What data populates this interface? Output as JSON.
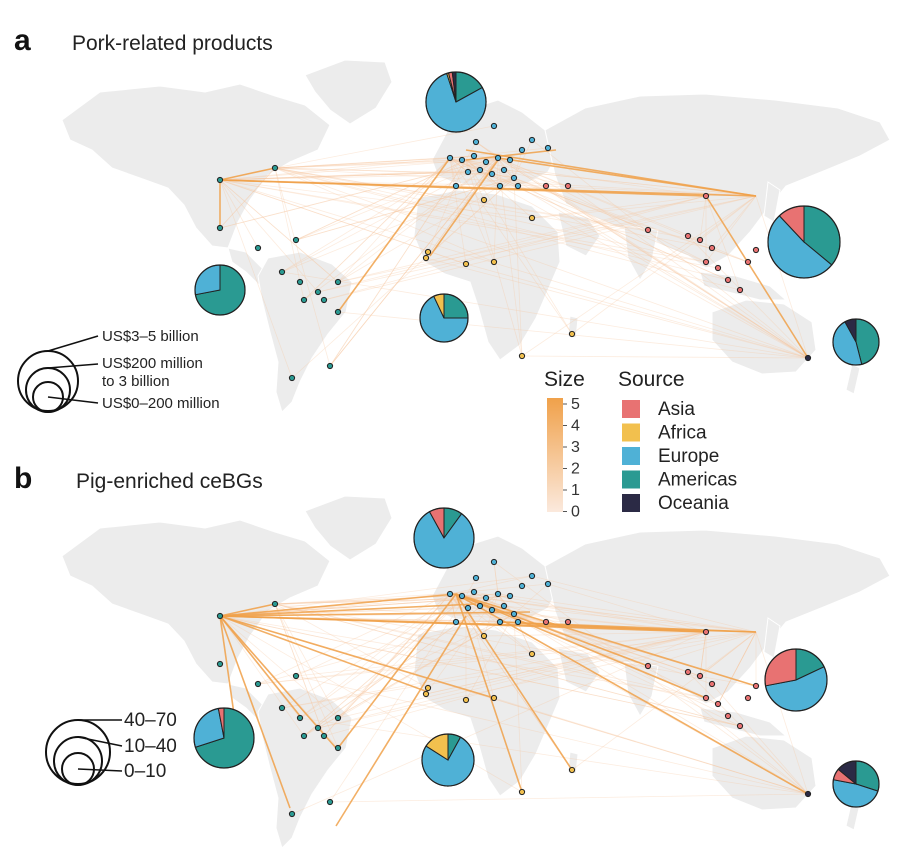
{
  "panels": {
    "a": {
      "letter": "a",
      "title": "Pork-related products"
    },
    "b": {
      "letter": "b",
      "title": "Pig-enriched ceBGs"
    }
  },
  "size_legend_a": {
    "labels": [
      "US$3–5 billion",
      "US$200 million",
      "to 3 billion",
      "US$0–200 million"
    ]
  },
  "size_legend_b": {
    "labels": [
      "40–70",
      "10–40",
      "0–10"
    ]
  },
  "color_scale": {
    "title": "Size",
    "ticks": [
      "5",
      "4",
      "3",
      "2",
      "1",
      "0"
    ],
    "min": 0,
    "max": 5,
    "low_color": "#fbe9dd",
    "high_color": "#f0a14a"
  },
  "source_legend": {
    "title": "Source",
    "items": [
      {
        "label": "Asia",
        "color": "#e87272"
      },
      {
        "label": "Africa",
        "color": "#f2c04e"
      },
      {
        "label": "Europe",
        "color": "#4fb1d6"
      },
      {
        "label": "Americas",
        "color": "#2a9a92"
      },
      {
        "label": "Oceania",
        "color": "#2b2a45"
      }
    ]
  },
  "colors": {
    "land": "#ececec",
    "land_stroke": "#ffffff",
    "flow_light": "#fbe3d2",
    "flow_dark": "#f0a14a"
  },
  "chart_data": [
    {
      "type": "map",
      "panel": "a",
      "region_pies": [
        {
          "region": "Europe",
          "slices": {
            "Europe": 78,
            "Americas": 17,
            "Asia": 2,
            "Africa": 1,
            "Oceania": 2
          }
        },
        {
          "region": "North America",
          "slices": {
            "Americas": 72,
            "Europe": 28
          }
        },
        {
          "region": "Africa",
          "slices": {
            "Europe": 68,
            "Americas": 25,
            "Africa": 7
          }
        },
        {
          "region": "Asia",
          "slices": {
            "Europe": 52,
            "Americas": 36,
            "Asia": 12
          }
        },
        {
          "region": "Oceania",
          "slices": {
            "Americas": 46,
            "Europe": 46,
            "Oceania": 8
          }
        }
      ]
    },
    {
      "type": "map",
      "panel": "b",
      "region_pies": [
        {
          "region": "Europe",
          "slices": {
            "Europe": 82,
            "Americas": 10,
            "Asia": 8
          }
        },
        {
          "region": "North America",
          "slices": {
            "Americas": 70,
            "Europe": 27,
            "Asia": 3
          }
        },
        {
          "region": "Africa",
          "slices": {
            "Europe": 76,
            "Africa": 16,
            "Americas": 8
          }
        },
        {
          "region": "Asia",
          "slices": {
            "Europe": 54,
            "Asia": 28,
            "Americas": 18
          }
        },
        {
          "region": "Oceania",
          "slices": {
            "Europe": 48,
            "Americas": 30,
            "Oceania": 14,
            "Asia": 8
          }
        }
      ]
    }
  ]
}
